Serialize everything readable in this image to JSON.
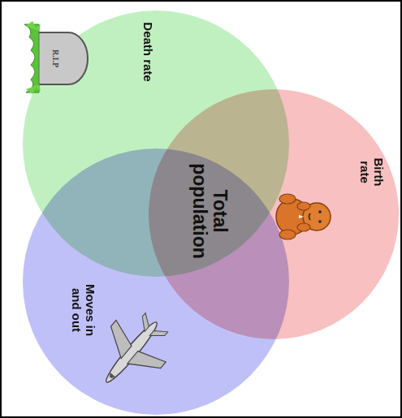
{
  "diagram": {
    "nodes": [
      {
        "text": [
          "Death rate"
        ]
      },
      {
        "text": [
          "Birth rate"
        ]
      },
      {
        "text": [
          "Moves in and out"
        ]
      }
    ],
    "labels": [
      "Total population",
      "R.I.P"
    ]
  }
}
